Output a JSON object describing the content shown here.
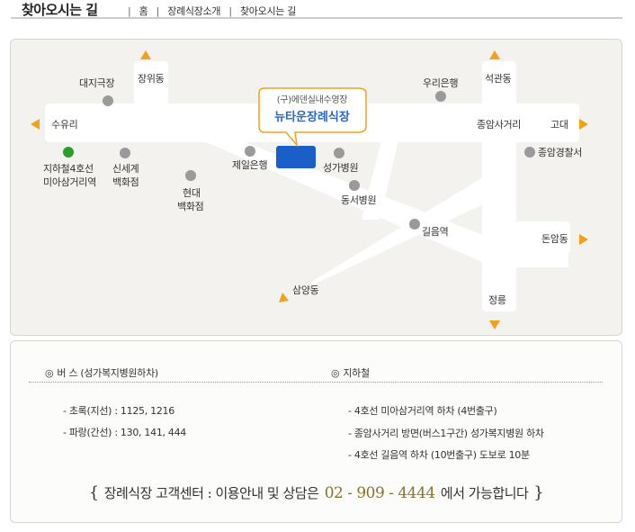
{
  "header": {
    "title": "찾아오시는 길",
    "breadcrumbs": [
      "홈",
      "장례식장소개",
      "찾아오시는 길"
    ]
  },
  "map": {
    "callout_sub": "(구)에덴실내수영장",
    "callout_title": "뉴타운장례식장",
    "labels": {
      "suyuri": "수유리",
      "daeji": "대지극장",
      "jangwi": "장위동",
      "woori": "우리은행",
      "seokgwan": "석관동",
      "jongam": "종암사거리",
      "godae": "고대",
      "jeil": "제일은행",
      "seongga": "성가병원",
      "dongseo": "동서병원",
      "jongam_police": "종암경찰서",
      "subway_line1": "지하철4호선",
      "subway_line2": "미아삼거리역",
      "shinsegae_line1": "신세계",
      "shinsegae_line2": "백화점",
      "hyundai_line1": "현대",
      "hyundai_line2": "백화점",
      "gileum": "길음역",
      "donam": "돈암동",
      "samyang": "삼양동",
      "jeongneung": "정릉"
    },
    "colors": {
      "road": "#ffffff",
      "accent": "#f0a21c",
      "building": "#1a5fc8",
      "subway_dot": "#2aa02a",
      "poi_dot": "#9a9a9a",
      "callout_title": "#2b66c9"
    }
  },
  "info": {
    "bus": {
      "heading": "버 스 (성가복지병원하차)",
      "items": [
        "- 초록(지선) : 1125, 1216",
        "- 파랑(간선) : 130, 141, 444"
      ]
    },
    "subway": {
      "heading": "지하철",
      "items": [
        "- 4호선 미아삼거리역 하차 (4번출구)",
        "- 종암사거리 방면(버스1구간) 성가복지병원 하차",
        "- 4호선 길음역 하차 (10번출구) 도보로 10분"
      ]
    },
    "footer": {
      "open": "{",
      "text_before": "장례식장 고객센터 : 이용안내 및 상담은",
      "phone": "02 - 909 - 4444",
      "text_after": "에서 가능합니다",
      "close": "}"
    }
  }
}
